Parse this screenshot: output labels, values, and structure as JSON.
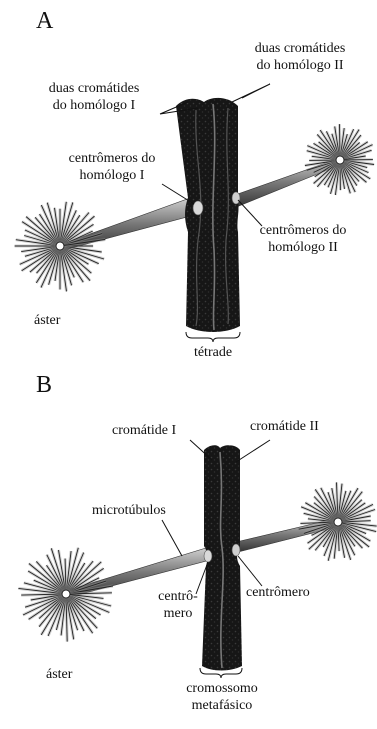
{
  "panel_a": {
    "letter": "A",
    "labels": {
      "chromatids_homolog_2_l1": "duas cromátides",
      "chromatids_homolog_2_l2": "do homólogo II",
      "chromatids_homolog_1_l1": "duas cromátides",
      "chromatids_homolog_1_l2": "do homólogo I",
      "centromeres_homolog_1_l1": "centrômeros do",
      "centromeres_homolog_1_l2": "homólogo I",
      "centromeres_homolog_2_l1": "centrômeros do",
      "centromeres_homolog_2_l2": "homólogo II",
      "aster": "áster",
      "tetrad": "tétrade"
    }
  },
  "panel_b": {
    "letter": "B",
    "labels": {
      "chromatid_1": "cromátide I",
      "chromatid_2": "cromátide II",
      "microtubules": "microtúbulos",
      "centromere_left_l1": "centrô-",
      "centromere_left_l2": "mero",
      "centromere_right": "centrômero",
      "aster": "áster",
      "metaphase_chromosome_l1": "cromossomo",
      "metaphase_chromosome_l2": "metafásico"
    }
  },
  "colors": {
    "chromosome": "#1a1a1a",
    "line": "#111111",
    "aster_ray": "#222222",
    "aster_halo": "#9a9a9a",
    "spindle": "#6e6e6e",
    "centromere": "#d9d9d9"
  }
}
